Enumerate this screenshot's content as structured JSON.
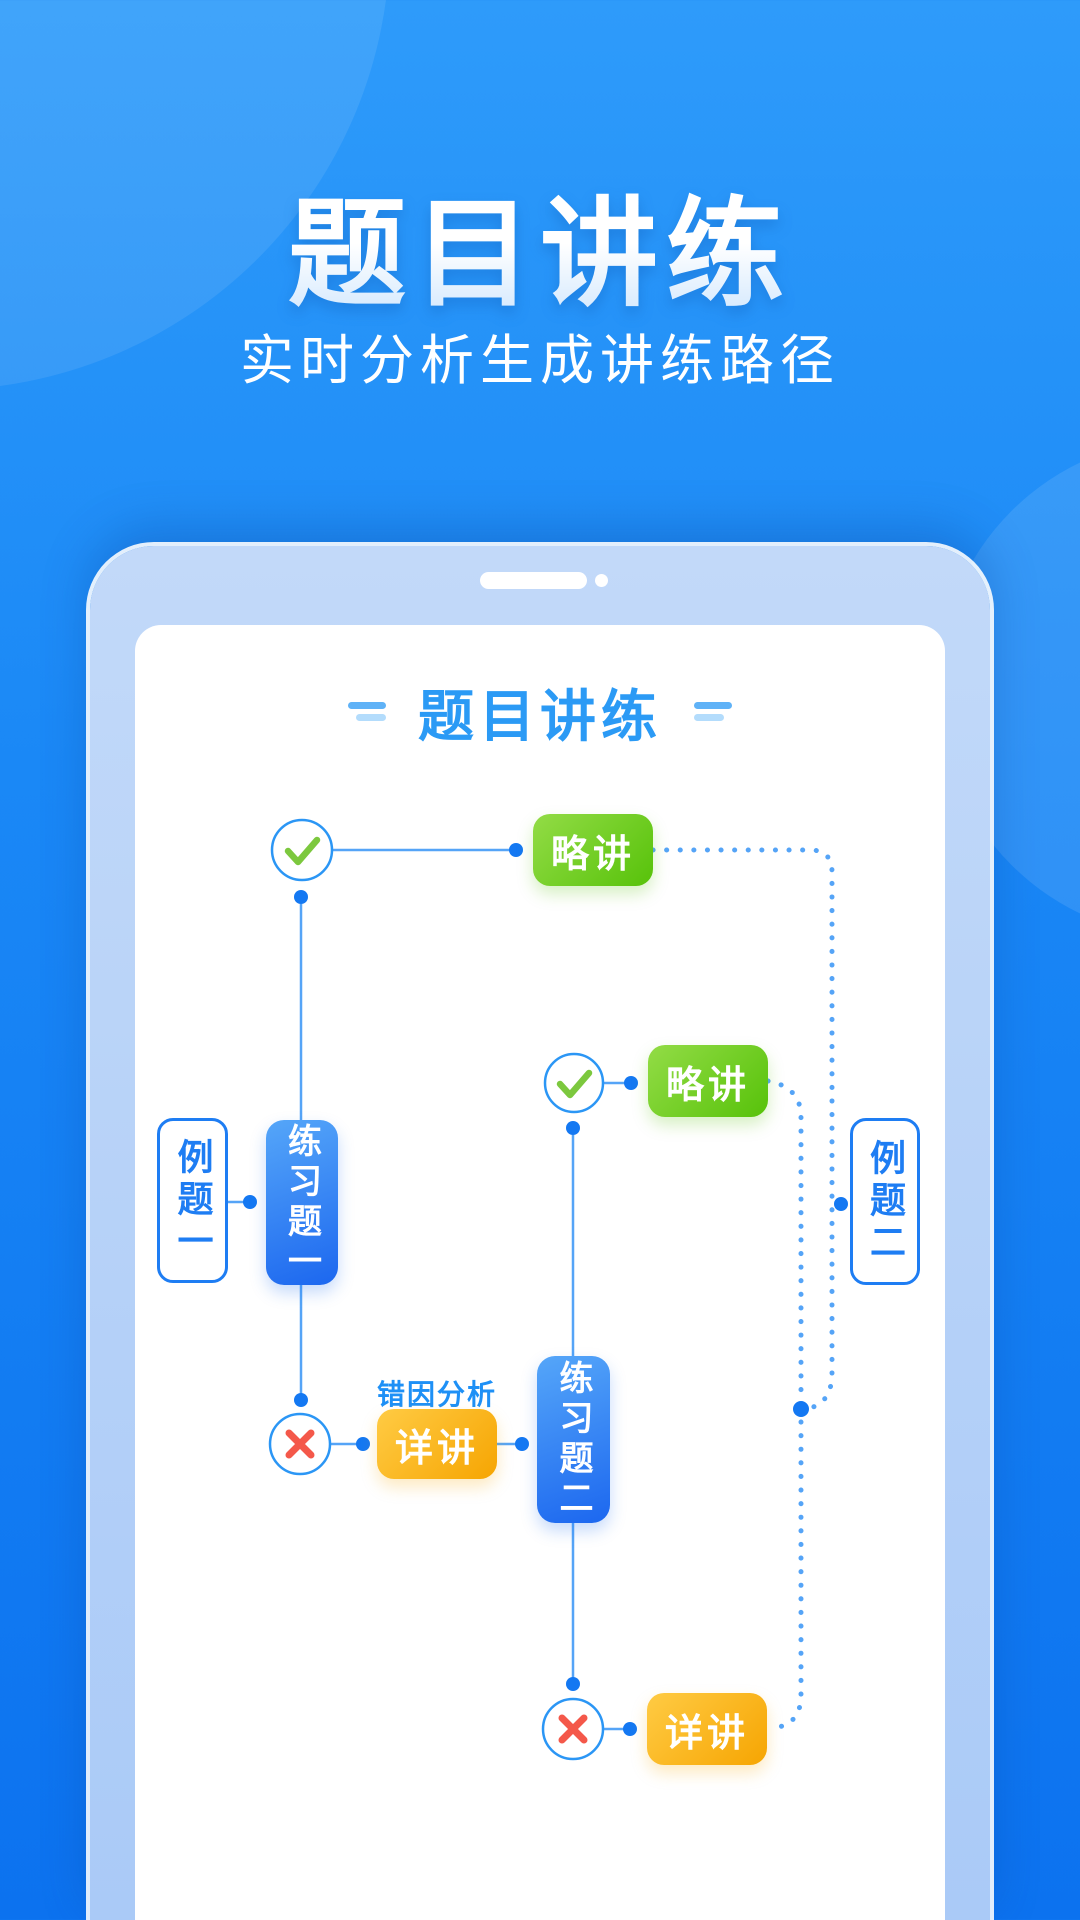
{
  "hero": {
    "title": "题目讲练",
    "subtitle": "实时分析生成讲练路径"
  },
  "device": {
    "screen_header": "题目讲练"
  },
  "flowchart": {
    "example1": "例题一",
    "practice1": "练习题一",
    "brief1": "略讲",
    "brief2": "略讲",
    "error_analysis_label": "错因分析",
    "detail1": "详讲",
    "practice2": "练习题二",
    "detail2": "详讲",
    "example2": "例题二",
    "icons": {
      "pass": "check-icon",
      "fail": "cross-icon"
    },
    "colors": {
      "header_blue": "#2B9AF5",
      "line_blue": "#55A4F7",
      "dot_blue": "#1478F2",
      "outline_blue": "#1E7DF3",
      "check_green": "#7CC83E",
      "cross_red": "#F4584A",
      "brief_green": "#57C20A",
      "detail_orange": "#F6A502"
    }
  }
}
